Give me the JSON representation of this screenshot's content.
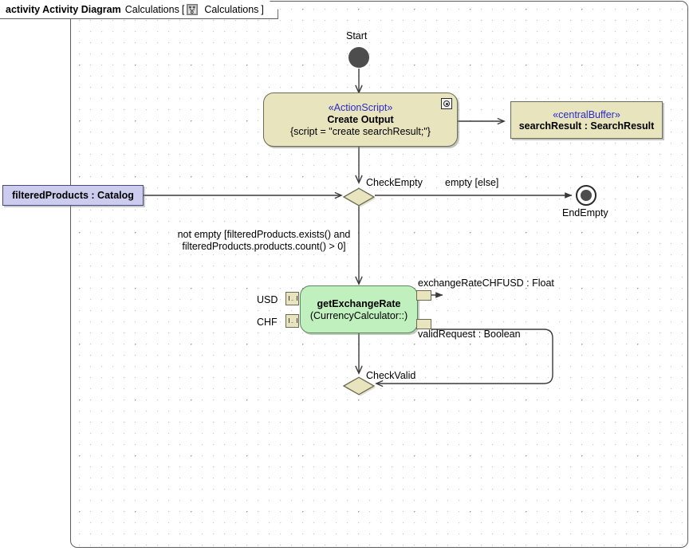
{
  "frame": {
    "keyword": "activity Activity Diagram",
    "diagram_name": "Calculations",
    "bracket_open": "[",
    "bracket_close": "]",
    "icon": "activity-diagram-icon",
    "qualified_name": "Calculations"
  },
  "nodes": {
    "start": {
      "label": "Start",
      "type": "initial-node"
    },
    "create_output": {
      "stereotype": "«ActionScript»",
      "name": "Create Output",
      "tagged_value": "{script = \"create searchResult;\"}",
      "badge": "action-script-badge-icon",
      "fill": "#e8e4bd"
    },
    "central_buffer": {
      "stereotype": "«centralBuffer»",
      "name": "searchResult : SearchResult",
      "fill": "#e8e4bd"
    },
    "filtered_products": {
      "name": "filteredProducts : Catalog",
      "fill": "#ccccee"
    },
    "check_empty": {
      "label": "CheckEmpty",
      "type": "decision",
      "fill": "#e8e4bd"
    },
    "end_empty": {
      "label": "EndEmpty",
      "type": "final-node"
    },
    "get_exchange_rate": {
      "name": "getExchangeRate",
      "behavior": "(CurrencyCalculator::)",
      "fill": "#bff0bd",
      "input_pins": [
        {
          "label": "USD",
          "name": "pin-usd"
        },
        {
          "label": "CHF",
          "name": "pin-chf"
        }
      ],
      "output_pins": [
        {
          "label": "exchangeRateCHFUSD : Float",
          "name": "pin-exchange-rate"
        },
        {
          "label": "validRequest : Boolean",
          "name": "pin-valid-request"
        }
      ]
    },
    "check_valid": {
      "label": "CheckValid",
      "type": "decision",
      "fill": "#e8e4bd"
    }
  },
  "edges": {
    "empty_else": "empty [else]",
    "not_empty_line1": "not empty [filteredProducts.exists() and",
    "not_empty_line2": "filteredProducts.products.count() > 0]"
  },
  "colors": {
    "action_fill": "#e8e4bd",
    "action_stroke": "#6a6a55",
    "object_fill": "#ccccee",
    "object_stroke": "#4a4a78",
    "call_fill": "#bff0bd",
    "call_stroke": "#5a8a58",
    "stereotype_text": "#2b2bc8",
    "node_dark": "#4d4d4d",
    "frame_stroke": "#5c5c5c"
  }
}
